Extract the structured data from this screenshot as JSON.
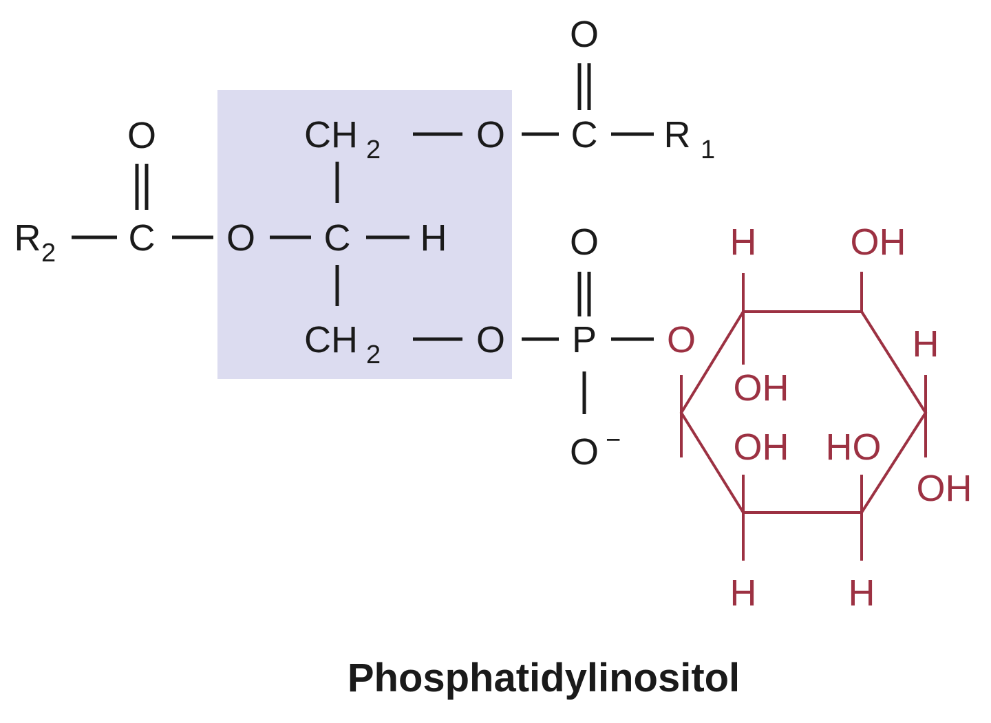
{
  "colors": {
    "ink": "#1a1a1a",
    "inositol": "#9c3142",
    "glycerol_box": "#dcdcf0"
  },
  "caption": "Phosphatidylinositol",
  "labels": {
    "carbonyl_o_right": "O",
    "ch2_top": "CH",
    "ch2_top_sub": "2",
    "o_ester_top": "O",
    "c_ester_right": "C",
    "r1": "R",
    "r1_sub": "1",
    "carbonyl_o_left": "O",
    "r2": "R",
    "r2_sub": "2",
    "c_ester_left": "C",
    "o_ester_left": "O",
    "c_center": "C",
    "h_center": "H",
    "phosphate_o_double": "O",
    "ch2_bottom": "CH",
    "ch2_bottom_sub": "2",
    "o_phosphoester": "O",
    "p_atom": "P",
    "o_inositol_link": "O",
    "o_minus": "O",
    "o_minus_charge": "−",
    "ino_h_top_left": "H",
    "ino_oh_top_right": "OH",
    "ino_h_right": "H",
    "ino_oh_inner_top": "OH",
    "ino_oh_inner_left": "OH",
    "ino_ho_inner_right": "HO",
    "ino_oh_right": "OH",
    "ino_h_bottom_left": "H",
    "ino_h_bottom_right": "H"
  }
}
